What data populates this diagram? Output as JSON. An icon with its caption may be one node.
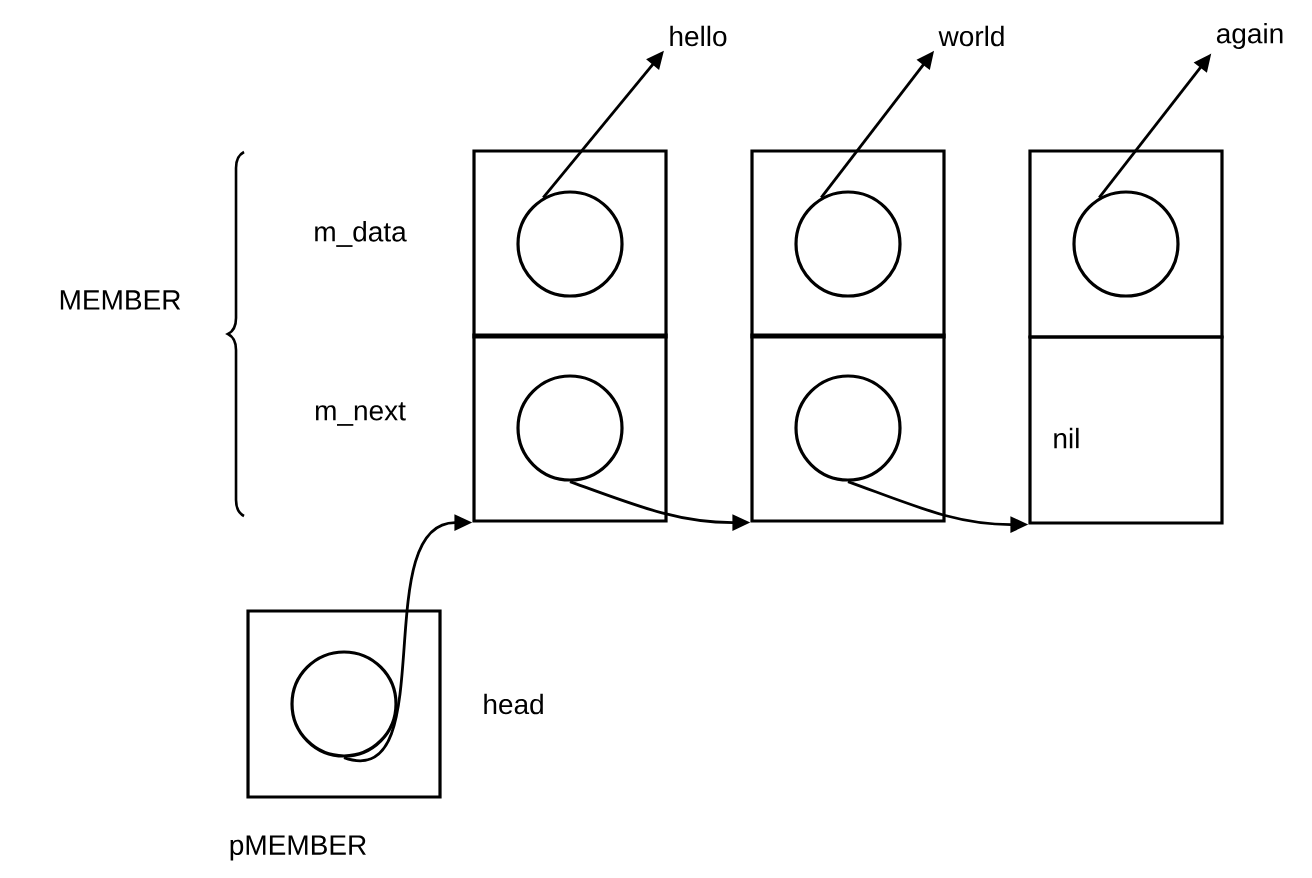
{
  "diagram": {
    "nodes": [
      {
        "text": [
          "hello"
        ]
      },
      {
        "text": [
          "world"
        ]
      },
      {
        "text": [
          "again"
        ]
      },
      {
        "text": [],
        "shape": "box"
      },
      {
        "text": [],
        "shape": "circle",
        "in": 3
      },
      {
        "text": [],
        "shape": "box"
      },
      {
        "text": [],
        "shape": "circle",
        "in": 5
      },
      {
        "text": [],
        "shape": "box"
      },
      {
        "text": [],
        "shape": "circle",
        "in": 7
      },
      {
        "text": [],
        "shape": "box"
      },
      {
        "text": [],
        "shape": "circle",
        "in": 9
      },
      {
        "text": [],
        "shape": "box"
      },
      {
        "text": [],
        "shape": "circle",
        "in": 11
      },
      {
        "text": [
          "nil"
        ]
      },
      {
        "text": [],
        "shape": "box",
        "beside": [
          "head",
          "pMEMBER"
        ]
      },
      {
        "text": [],
        "shape": "circle",
        "in": 14
      }
    ],
    "edges": [
      {
        "from": 4,
        "to": 0,
        "arrow": "to"
      },
      {
        "from": 8,
        "to": 1,
        "arrow": "to"
      },
      {
        "from": 12,
        "to": 2,
        "arrow": "to"
      },
      {
        "from": 6,
        "to": 9,
        "arrow": "to"
      },
      {
        "from": 10,
        "to": 13,
        "arrow": "to"
      },
      {
        "from": 15,
        "to": 5,
        "arrow": "to"
      }
    ],
    "labels": [
      "MEMBER",
      "m_data",
      "m_next"
    ]
  }
}
